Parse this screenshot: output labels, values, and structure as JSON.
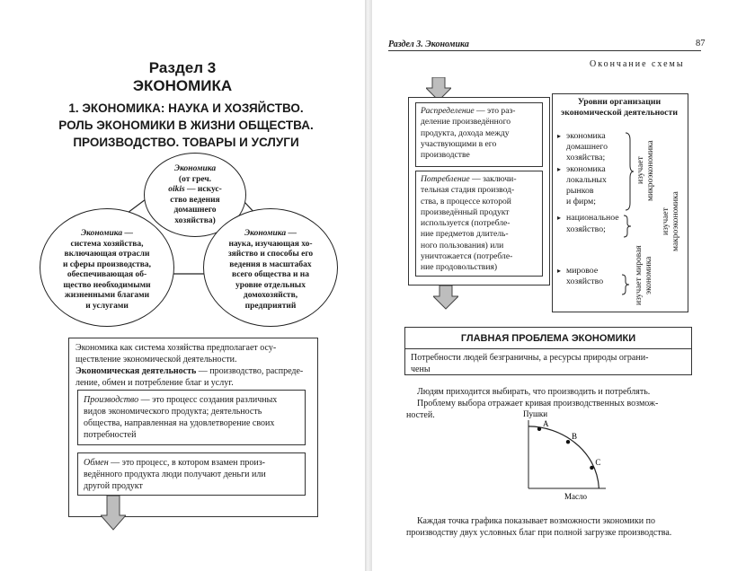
{
  "left_page": {
    "section_title": "Раздел 3",
    "section_subtitle": "ЭКОНОМИКА",
    "chapter_title_lines": [
      "1. ЭКОНОМИКА: НАУКА И ХОЗЯЙСТВО.",
      "РОЛЬ ЭКОНОМИКИ В ЖИЗНИ ОБЩЕСТВА.",
      "ПРОИЗВОДСТВО. ТОВАРЫ И УСЛУГИ"
    ],
    "circle_top": {
      "term": "Экономика",
      "lines": [
        "(от греч.",
        "oikis — искус-",
        "ство ведения",
        "домашнего",
        "хозяйства)"
      ],
      "first_line": "(от греч.",
      "line2_italic": "oikis",
      "line2_rest": " — искус-",
      "line3": "ство ведения",
      "line4": "домашнего",
      "line5": "хозяйства)"
    },
    "circle_left": {
      "term": "Экономика —",
      "lines": [
        "система хозяйства,",
        "включающая отрасли",
        "и сферы производства,",
        "обеспечивающая об-",
        "щество необходимыми",
        "жизненными благами",
        "и услугами"
      ],
      "l1": "система хозяйства,",
      "l2": "включающая отрасли",
      "l3": "и сферы производства,",
      "l4": "обеспечивающая об-",
      "l5": "щество необходимыми",
      "l6": "жизненными благами",
      "l7": "и услугами"
    },
    "circle_right": {
      "term": "Экономика —",
      "l1": "наука, изучающая хо-",
      "l2": "зяйство и способы его",
      "l3": "ведения в масштабах",
      "l4": "всего общества и на",
      "l5": "уровне отдельных",
      "l6": "домохозяйств,",
      "l7": "предприятий"
    },
    "main_box": {
      "line1": "Экономика как система хозяйства предполагает осу-",
      "line2": "ществление экономической деятельности.",
      "bold_term": "Экономическая деятельность",
      "line3_rest": " — производство, распреде-",
      "line4": "ление, обмен и потребление благ и услуг."
    },
    "box_production": {
      "term": "Производство",
      "l1_rest": " — это процесс создания различных",
      "l2": "видов экономического продукта; деятельность",
      "l3": "общества, направленная на удовлетворение своих",
      "l4": "потребностей"
    },
    "box_exchange": {
      "term": "Обмен",
      "l1_rest": " — это процесс, в котором взамен произ-",
      "l2": "ведённого продукта люди получают деньги или",
      "l3": "другой продукт"
    }
  },
  "right_page": {
    "running_head": "Раздел 3. Экономика",
    "page_number": "87",
    "schema_ending": "Окончание схемы",
    "box_distribution": {
      "term": "Распределение",
      "l1_rest": " — это раз-",
      "l2": "деление произведённого",
      "l3": "продукта, дохода между",
      "l4": "участвующими в его",
      "l5": "производстве"
    },
    "box_consumption": {
      "term": "Потребление",
      "l1_rest": " — заключи-",
      "l2": "тельная стадия производ-",
      "l3": "ства, в процессе которой",
      "l4": "произведённый продукт",
      "l5": "используется (потребле-",
      "l6": "ние предметов длитель-",
      "l7": "ного пользования) или",
      "l8": "уничтожается (потребле-",
      "l9": "ние продовольствия)"
    },
    "levels": {
      "title_l1": "Уровни организации",
      "title_l2": "экономической деятельности",
      "items": [
        {
          "l1": "экономика",
          "l2": "домашнего",
          "l3": "хозяйства;"
        },
        {
          "l1": "экономика",
          "l2": "локальных",
          "l3": "рынков",
          "l4": "и фирм;"
        },
        {
          "l1": "национальное",
          "l2": "хозяйство;"
        },
        {
          "l1": "мировое",
          "l2": "хозяйство"
        }
      ],
      "micro_label_l1": "изучает",
      "micro_label_l2": "микроэкономика",
      "macro_label_l1": "изучает",
      "macro_label_l2": "макроэкономика",
      "world_label_l1": "изучает мировая",
      "world_label_l2": "экономика"
    },
    "main_problem": {
      "title": "ГЛАВНАЯ ПРОБЛЕМА ЭКОНОМИКИ",
      "l1": "Потребности людей безграничны, а ресурсы природы ограни-",
      "l2": "чены"
    },
    "paragraph1": {
      "l1": "Людям приходится выбирать, что производить и потреблять.",
      "l2": "Проблему выбора отражает кривая производственных возмож-",
      "l3": "ностей."
    },
    "chart_data": {
      "type": "line",
      "title": "",
      "xlabel": "Масло",
      "ylabel": "Пушки",
      "points": [
        {
          "label": "A",
          "x": 0.15,
          "y": 0.92
        },
        {
          "label": "B",
          "x": 0.55,
          "y": 0.72
        },
        {
          "label": "C",
          "x": 0.88,
          "y": 0.32
        }
      ],
      "curve": "concave production possibilities frontier",
      "grid": false
    },
    "paragraph2": {
      "l1": "Каждая точка графика показывает возможности экономики по",
      "l2": "производству двух условных благ при полной загрузке производства."
    }
  },
  "colors": {
    "text": "#1a1a1a",
    "border": "#333333",
    "arrow_fill": "#bdbdbd"
  },
  "icons": [
    "down-arrow-icon",
    "bullet-triangle-icon",
    "brace-icon"
  ]
}
